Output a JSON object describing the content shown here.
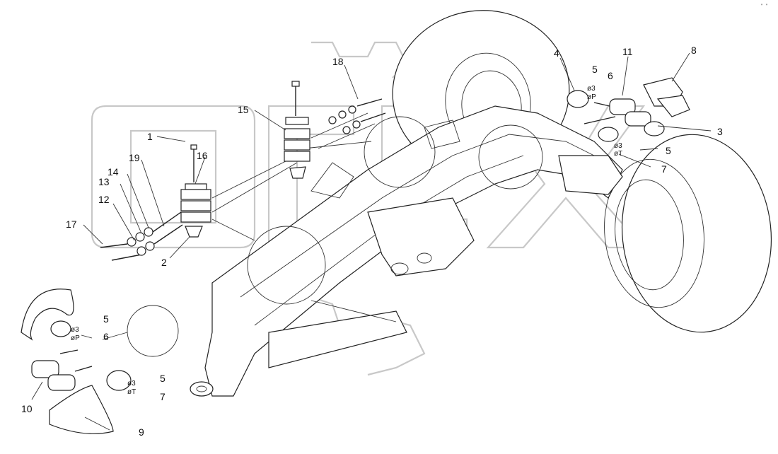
{
  "corner_code": "\" \"",
  "callouts": {
    "c1": "1",
    "c2": "2",
    "c3": "3",
    "c4": "4",
    "c5a": "5",
    "c5b": "5",
    "c5c": "5",
    "c5d": "5",
    "c6a": "6",
    "c6b": "6",
    "c7a": "7",
    "c7b": "7",
    "c8": "8",
    "c9": "9",
    "c10": "10",
    "c11": "11",
    "c12": "12",
    "c13": "13",
    "c14": "14",
    "c15": "15",
    "c16": "16",
    "c17": "17",
    "c18": "18",
    "c19": "19"
  },
  "tags": {
    "a_3": "ø3",
    "a_P": "øP",
    "b_3": "ø3",
    "b_T": "øT",
    "c_3": "ø3",
    "c_P": "øP",
    "d_3": "ø3",
    "d_T": "øT"
  }
}
